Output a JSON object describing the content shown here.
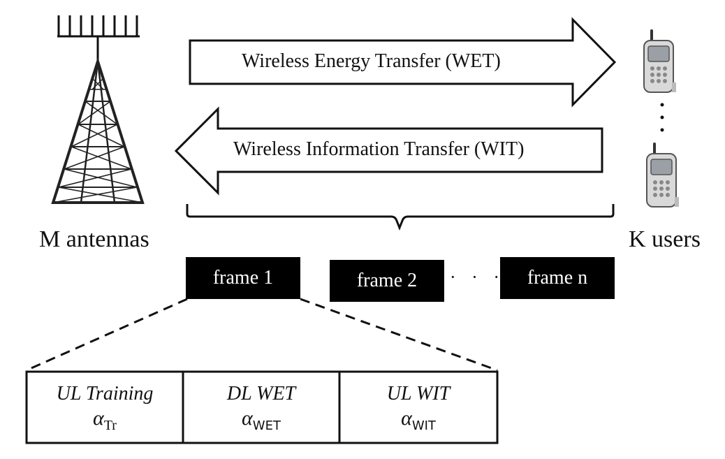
{
  "arrows": {
    "wet_label": "Wireless Energy Transfer (WET)",
    "wit_label": "Wireless Information Transfer (WIT)"
  },
  "labels": {
    "bs": "M antennas",
    "users": "K users"
  },
  "frames": [
    "frame 1",
    "frame 2",
    "frame n"
  ],
  "frame_dots": "· · ·",
  "frame_cells": [
    {
      "name": "UL Training",
      "symbol": "α",
      "sub": "Tr"
    },
    {
      "name": "DL WET",
      "symbol": "α",
      "sub": "WET"
    },
    {
      "name": "UL WIT",
      "symbol": "α",
      "sub": "WIT"
    }
  ]
}
